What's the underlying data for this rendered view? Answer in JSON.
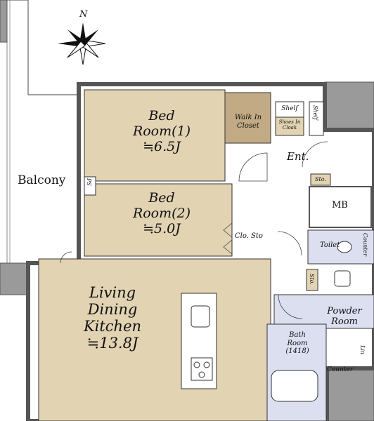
{
  "compass": {
    "north": "N"
  },
  "rooms": {
    "bed1": {
      "line1": "Bed",
      "line2": "Room(1)",
      "size": "≒6.5J"
    },
    "bed2": {
      "line1": "Bed",
      "line2": "Room(2)",
      "size": "≒5.0J"
    },
    "ldk": {
      "line1": "Living",
      "line2": "Dining",
      "line3": "Kitchen",
      "size": "≒13.8J"
    },
    "walk_in_closet": {
      "line1": "Walk In",
      "line2": "Closet"
    },
    "shelf_top": "Shelf",
    "shelf_side": "Shelf",
    "shoes_in_cloak": {
      "line1": "Shoes In",
      "line2": "Cloak"
    },
    "entrance": "Ent.",
    "sto_entrance": "Sto.",
    "mb": "MB",
    "clo_sto": "Clo. Sto",
    "toilet": "Toilet",
    "counter_toilet": "Counter",
    "sto_side": "Sto.",
    "powder": {
      "line1": "Powder",
      "line2": "Room"
    },
    "bath": {
      "line1": "Bath",
      "line2": "Room",
      "line3": "(1418)"
    },
    "counter_bottom": "Counter",
    "lin": "Lin",
    "ps": "PS",
    "balcony": "Balcony"
  },
  "colors": {
    "room_fill": "#e2d3b3",
    "wic_fill": "#c2ab84",
    "wet_fill": "#dcdff0",
    "wall": "#9a9a9a",
    "outline": "#333333"
  }
}
